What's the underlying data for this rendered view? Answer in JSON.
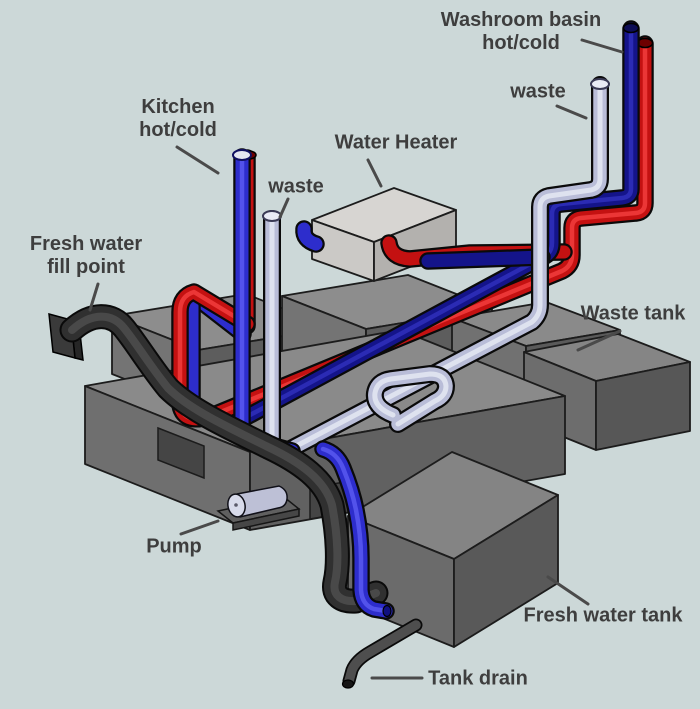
{
  "labels": {
    "washroom_basin": {
      "line1": "Washroom basin",
      "line2": "hot/cold"
    },
    "washroom_waste": {
      "text": "waste"
    },
    "kitchen": {
      "line1": "Kitchen",
      "line2": "hot/cold"
    },
    "kitchen_waste": {
      "text": "waste"
    },
    "water_heater": {
      "text": "Water Heater"
    },
    "fresh_water_fill": {
      "line1": "Fresh water",
      "line2": "fill point"
    },
    "waste_tank": {
      "text": "Waste tank"
    },
    "pump": {
      "text": "Pump"
    },
    "fresh_water_tank": {
      "text": "Fresh water tank"
    },
    "tank_drain": {
      "text": "Tank drain"
    }
  },
  "colors": {
    "background": "#ccd8d8",
    "label_text": "#3e3e3e",
    "hot_pipe": "#c41111",
    "cold_pipe": "#14148a",
    "fresh_cold_pipe": "#2d2dcc",
    "waste_pipe": "#b9bdd8",
    "fill_hose": "#303030",
    "tank_gray": "#7a7a7a",
    "heater_gray": "#cbc9c6"
  }
}
